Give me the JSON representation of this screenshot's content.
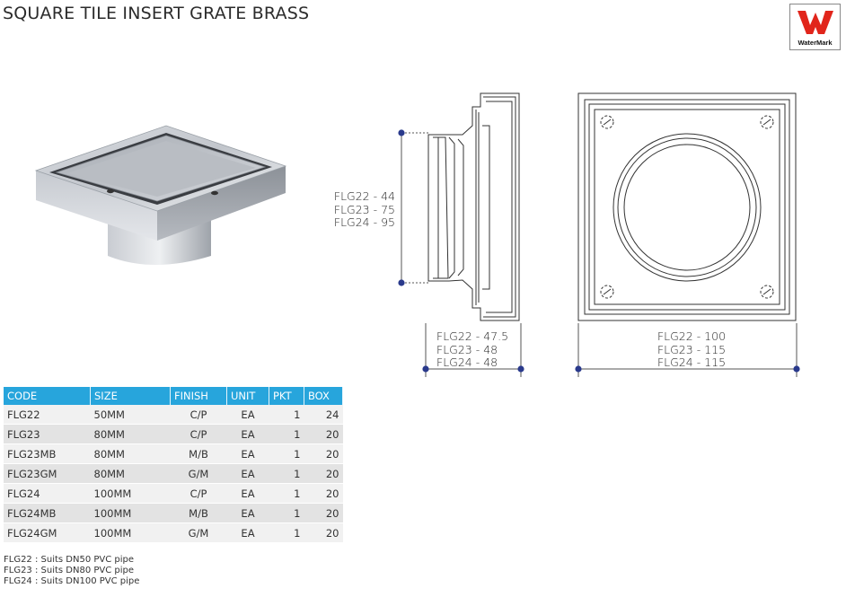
{
  "header": {
    "title": "SQUARE TILE INSERT GRATE BRASS",
    "logo_text": "WaterMark"
  },
  "colors": {
    "table_header": "#27a5dc",
    "dimension_dot": "#2a3a8c",
    "logo_red": "#e1251b"
  },
  "dimensions": {
    "side_height": [
      "FLG22 - 44",
      "FLG23 - 75",
      "FLG24 - 95"
    ],
    "side_depth": [
      "FLG22 - 47.5",
      "FLG23 - 48",
      "FLG24 - 48"
    ],
    "top_width": [
      "FLG22 - 100",
      "FLG23 - 115",
      "FLG24 - 115"
    ]
  },
  "table": {
    "headers": [
      "CODE",
      "SIZE",
      "FINISH",
      "UNIT",
      "PKT",
      "BOX"
    ],
    "rows": [
      [
        "FLG22",
        "50MM",
        "C/P",
        "EA",
        "1",
        "24"
      ],
      [
        "FLG23",
        "80MM",
        "C/P",
        "EA",
        "1",
        "20"
      ],
      [
        "FLG23MB",
        "80MM",
        "M/B",
        "EA",
        "1",
        "20"
      ],
      [
        "FLG23GM",
        "80MM",
        "G/M",
        "EA",
        "1",
        "20"
      ],
      [
        "FLG24",
        "100MM",
        "C/P",
        "EA",
        "1",
        "20"
      ],
      [
        "FLG24MB",
        "100MM",
        "M/B",
        "EA",
        "1",
        "20"
      ],
      [
        "FLG24GM",
        "100MM",
        "G/M",
        "EA",
        "1",
        "20"
      ]
    ]
  },
  "notes": [
    "FLG22 : Suits DN50 PVC pipe",
    "FLG23 : Suits DN80 PVC pipe",
    "FLG24 : Suits DN100 PVC pipe"
  ]
}
